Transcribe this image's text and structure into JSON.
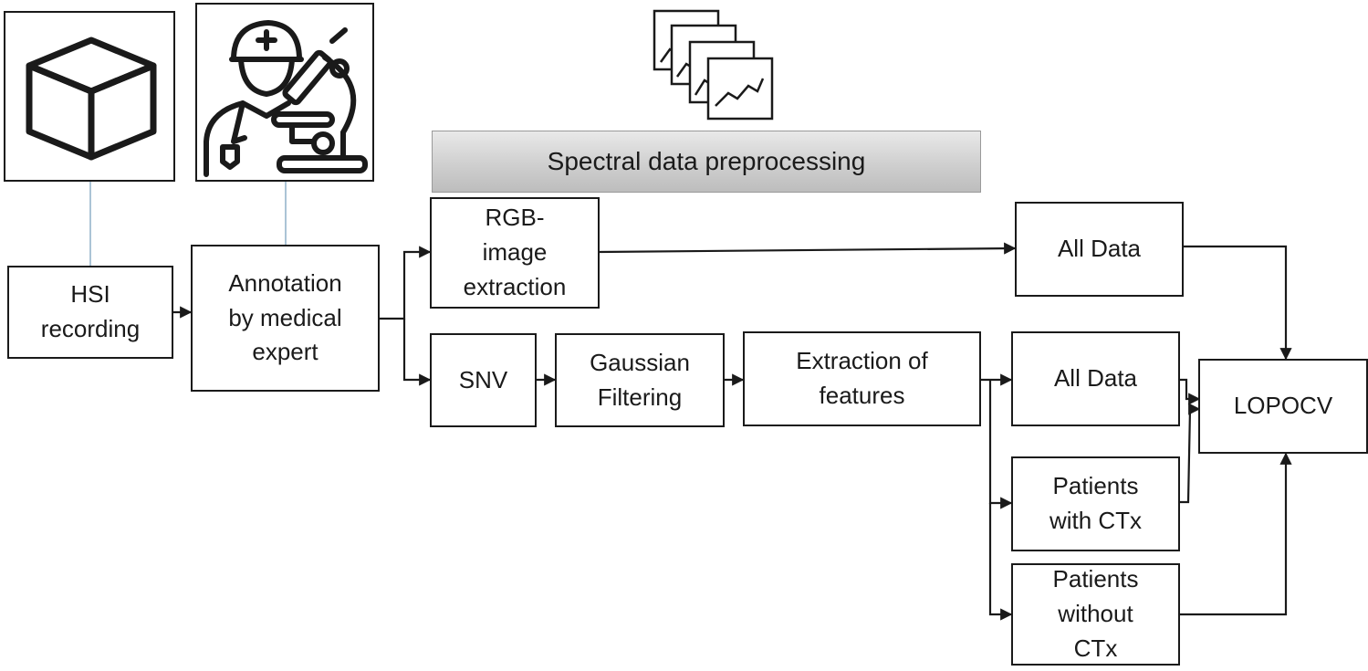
{
  "banner": {
    "label": "Spectral data preprocessing"
  },
  "nodes": {
    "hsi": "HSI\nrecording",
    "annotation": "Annotation\nby medical\nexpert",
    "rgb": "RGB-\nimage\nextraction",
    "snv": "SNV",
    "gaussian": "Gaussian\nFiltering",
    "extraction": "Extraction of\nfeatures",
    "alldata_top": "All Data",
    "alldata_mid": "All Data",
    "with_ctx": "Patients\nwith CTx",
    "without_ctx": "Patients\nwithout\nCTx",
    "lopocv": "LOPOCV"
  },
  "icons": {
    "cube": "cube-icon",
    "expert": "doctor-microscope-icon",
    "spectra": "spectral-plots-stack-icon"
  },
  "colors": {
    "connector": "#8fb0c8",
    "stroke": "#1a1a1a"
  }
}
